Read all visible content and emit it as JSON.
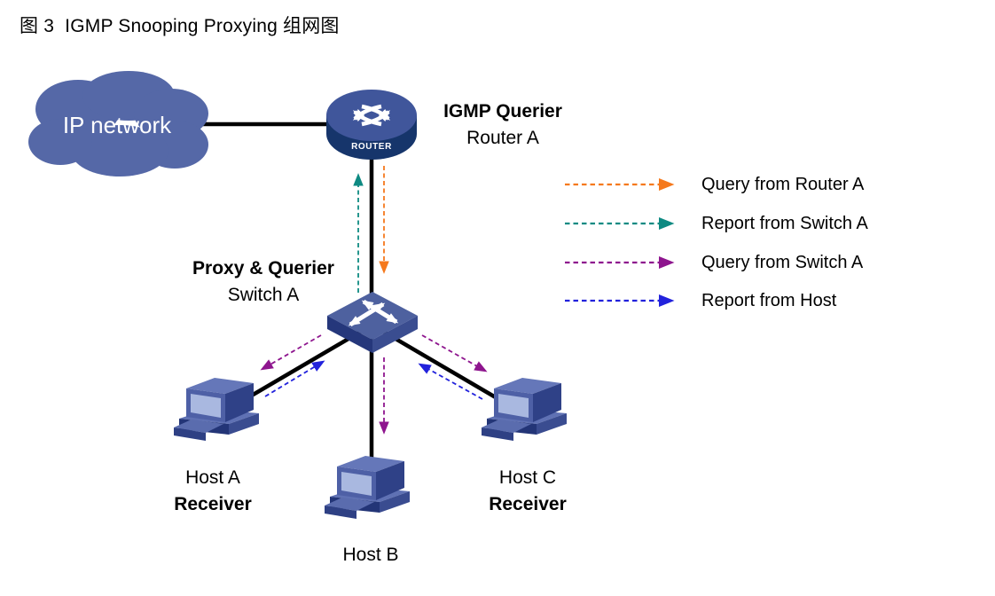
{
  "title": "图 3  IGMP Snooping Proxying 组网图",
  "colors": {
    "node_blue": "#5568A7",
    "router_top": "#40569B",
    "router_dark": "#16356B",
    "switch_top": "#4E619F",
    "switch_dark": "#25377B",
    "switch_side": "#3A4D90",
    "link": "#000000",
    "query_from_router": "#F5791D",
    "report_from_switch": "#0E8A82",
    "query_from_switch": "#8E158E",
    "report_from_host": "#2222DC"
  },
  "nodes": {
    "cloud": {
      "label": "IP network"
    },
    "router": {
      "icon_label": "ROUTER",
      "title": "IGMP Querier",
      "subtitle": "Router A"
    },
    "switch": {
      "title": "Proxy & Querier",
      "subtitle": "Switch A"
    },
    "host_a": {
      "name": "Host A",
      "role": "Receiver"
    },
    "host_b": {
      "name": "Host B"
    },
    "host_c": {
      "name": "Host C",
      "role": "Receiver"
    }
  },
  "links": [
    "IP network - Router A",
    "Router A - Switch A",
    "Switch A - Host A",
    "Switch A - Host B",
    "Switch A - Host C"
  ],
  "flows": [
    {
      "type": "Query from Router A",
      "from": "Router A",
      "to": "Switch A",
      "color": "#F5791D"
    },
    {
      "type": "Report from Switch A",
      "from": "Switch A",
      "to": "Router A",
      "color": "#0E8A82"
    },
    {
      "type": "Query from Switch A",
      "from": "Switch A",
      "to": "Host A",
      "color": "#8E158E"
    },
    {
      "type": "Query from Switch A",
      "from": "Switch A",
      "to": "Host B",
      "color": "#8E158E"
    },
    {
      "type": "Query from Switch A",
      "from": "Switch A",
      "to": "Host C",
      "color": "#8E158E"
    },
    {
      "type": "Report from Host",
      "from": "Host A",
      "to": "Switch A",
      "color": "#2222DC"
    },
    {
      "type": "Report from Host",
      "from": "Host C",
      "to": "Switch A",
      "color": "#2222DC"
    }
  ],
  "legend": {
    "items": [
      {
        "label": "Query from Router A",
        "color": "#F5791D"
      },
      {
        "label": "Report from Switch A",
        "color": "#0E8A82"
      },
      {
        "label": "Query from Switch A",
        "color": "#8E158E"
      },
      {
        "label": "Report from Host",
        "color": "#2222DC"
      }
    ]
  }
}
